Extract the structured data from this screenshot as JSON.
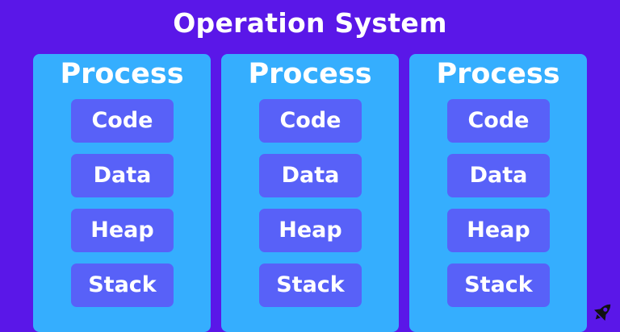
{
  "title": "Operation System",
  "processes": [
    {
      "label": "Process",
      "segments": [
        "Code",
        "Data",
        "Heap",
        "Stack"
      ]
    },
    {
      "label": "Process",
      "segments": [
        "Code",
        "Data",
        "Heap",
        "Stack"
      ]
    },
    {
      "label": "Process",
      "segments": [
        "Code",
        "Data",
        "Heap",
        "Stack"
      ]
    }
  ],
  "colors": {
    "background": "#5a17e8",
    "process_box": "#35aefe",
    "segment_box": "#5861f8",
    "text": "#ffffff"
  },
  "icons": [
    "rocket-icon"
  ]
}
